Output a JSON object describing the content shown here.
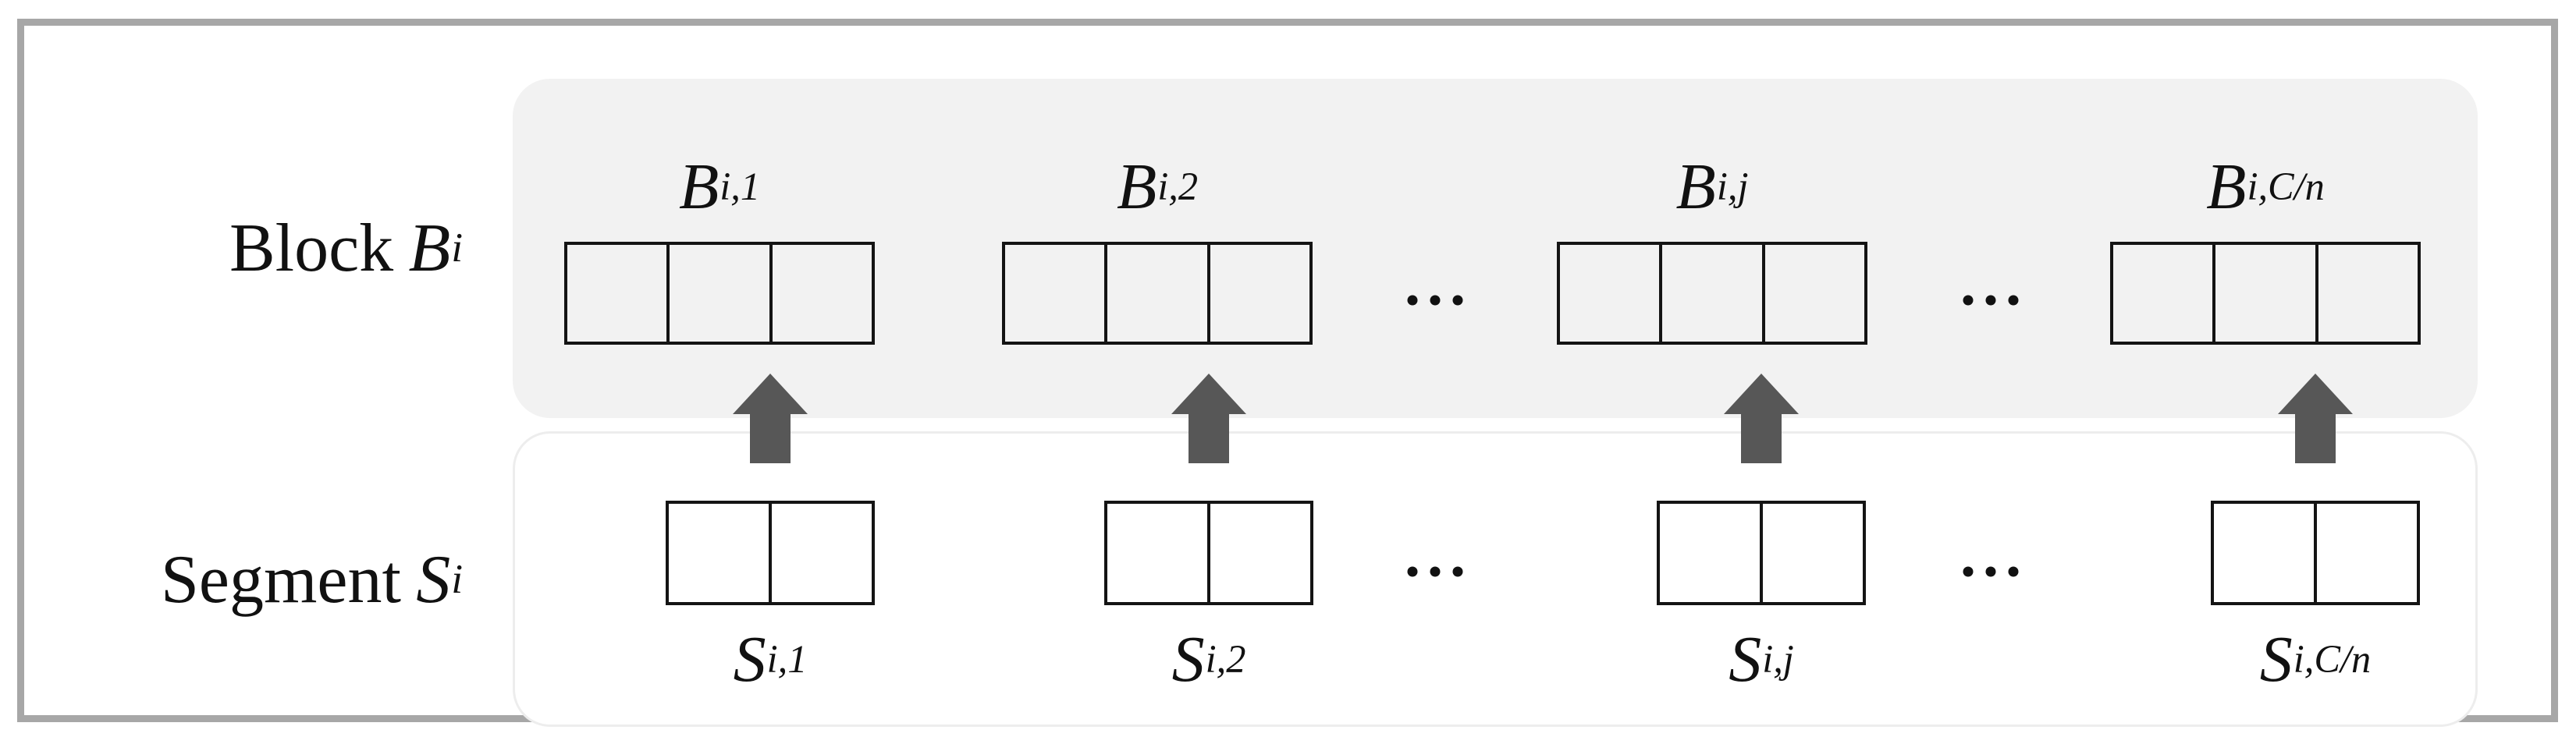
{
  "figure": {
    "description": "Diagram of a block row built from a segment row",
    "row_labels": {
      "block": {
        "word": "Block",
        "symbol": "B",
        "sub": "i"
      },
      "segment": {
        "word": "Segment",
        "symbol": "S",
        "sub": "i"
      }
    },
    "ellipsis": "...",
    "groups": [
      {
        "block": {
          "symbol": "B",
          "sub": "i,1",
          "cells": 3
        },
        "segment": {
          "symbol": "S",
          "sub": "i,1",
          "cells": 2
        }
      },
      {
        "block": {
          "symbol": "B",
          "sub": "i,2",
          "cells": 3
        },
        "segment": {
          "symbol": "S",
          "sub": "i,2",
          "cells": 2
        }
      },
      {
        "block": {
          "symbol": "B",
          "sub": "i,j",
          "cells": 3
        },
        "segment": {
          "symbol": "S",
          "sub": "i,j",
          "cells": 2
        }
      },
      {
        "block": {
          "symbol": "B",
          "sub": "i,C/n",
          "cells": 3
        },
        "segment": {
          "symbol": "S",
          "sub": "i,C/n",
          "cells": 2
        }
      }
    ],
    "colors": {
      "block_panel_bg": "#f2f2f2",
      "segment_panel_bg": "#ffffff",
      "segment_panel_border": "#ededed",
      "box_border": "#141414",
      "arrow": "#575757",
      "frame_border": "#a7a7a7",
      "text": "#111111"
    }
  }
}
